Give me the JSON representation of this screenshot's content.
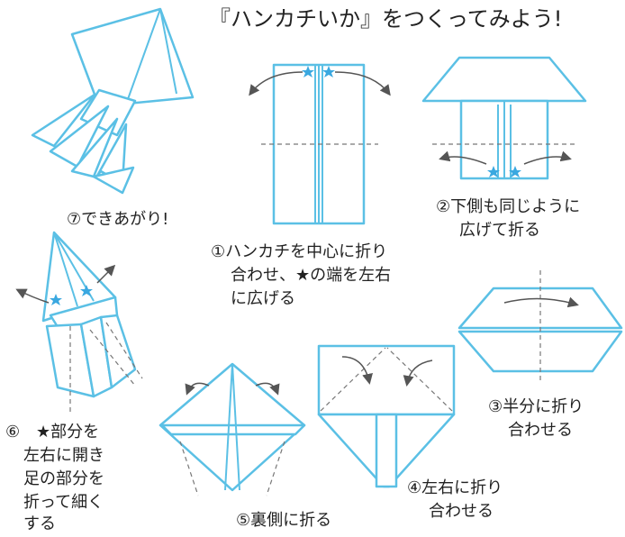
{
  "title": "『ハンカチいか』をつくってみよう!",
  "steps": [
    {
      "number": "①",
      "lines": [
        "ハンカチを中心に折り",
        "合わせ、★の端を左右",
        "に広げる"
      ]
    },
    {
      "number": "②",
      "lines": [
        "下側も同じように",
        "広げて折る"
      ]
    },
    {
      "number": "③",
      "lines": [
        "半分に折り",
        "合わせる"
      ]
    },
    {
      "number": "④",
      "lines": [
        "左右に折り",
        "合わせる"
      ]
    },
    {
      "number": "⑤",
      "lines": [
        "裏側に折る"
      ]
    },
    {
      "number": "⑥",
      "lines": [
        "★部分を",
        "左右に開き",
        "足の部分を",
        "折って細く",
        "する"
      ]
    },
    {
      "number": "⑦",
      "lines": [
        "できあがり!"
      ]
    }
  ],
  "colors": {
    "outline": "#5bc0e5",
    "star": "#3aa8e0",
    "arrow": "#555555",
    "guide": "#777777"
  }
}
